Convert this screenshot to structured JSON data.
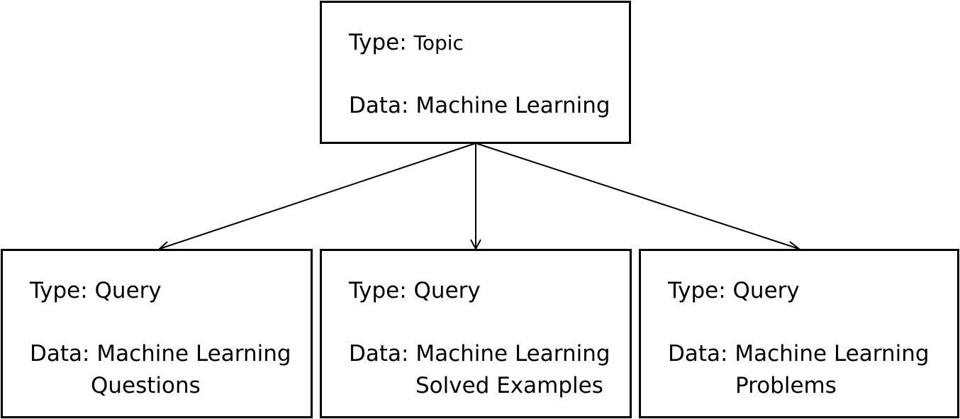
{
  "colors": {
    "border": "#000000",
    "background": "#ffffff",
    "text": "#000000"
  },
  "root": {
    "type_label": "Type:",
    "type_value": "Topic",
    "data_label": "Data:",
    "data_value": "Machine Learning"
  },
  "children": [
    {
      "type_label": "Type:",
      "type_value": "Query",
      "data_label": "Data:",
      "data_value_line1": "Machine Learning",
      "data_value_line2": "Questions"
    },
    {
      "type_label": "Type:",
      "type_value": "Query",
      "data_label": "Data:",
      "data_value_line1": "Machine Learning",
      "data_value_line2": "Solved Examples"
    },
    {
      "type_label": "Type:",
      "type_value": "Query",
      "data_label": "Data:",
      "data_value_line1": "Machine Learning",
      "data_value_line2": "Problems"
    }
  ]
}
